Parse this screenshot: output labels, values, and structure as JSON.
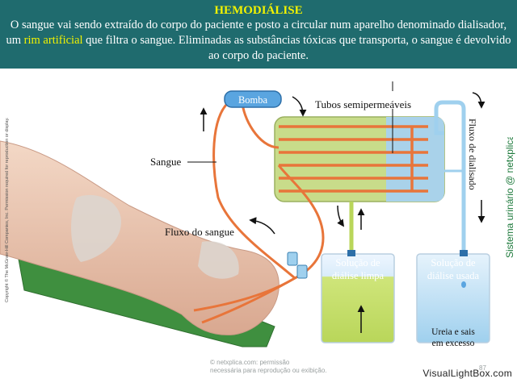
{
  "header": {
    "title": "HEMODIÁLISE",
    "desc_part1": "O sangue vai sendo extraído do corpo do paciente e posto a circular num aparelho denominado dialisador, um ",
    "desc_highlight": "rim artificial",
    "desc_part2": " que filtra o sangue. Eliminadas as substâncias tóxicas que transporta, o sangue é devolvido ao corpo do paciente."
  },
  "labels": {
    "bomba": "Bomba",
    "tubos": "Tubos semipermeáveis",
    "sangue": "Sangue",
    "fluxo_sangue": "Fluxo do sangue",
    "fluxo_dialisado": "Fluxo de dialisado",
    "sol_limpa_1": "Solução de",
    "sol_limpa_2": "diálise limpa",
    "sol_usada_1": "Solução de",
    "sol_usada_2": "diálise usada",
    "ureia_1": "Ureia e sais",
    "ureia_2": "em excesso"
  },
  "side": {
    "copyright": "Copyright © The McGraw-Hill Companies, Inc. Permission required for reproduction or display.",
    "site": "Sistema urinário @ netxplica.com"
  },
  "footer": {
    "line1": "© netxplica.com: permissão",
    "line2": "necessária para reprodução ou exibição.",
    "page": "87",
    "watermark": "VisualLightBox.com"
  },
  "colors": {
    "header_bg": "#1f6b6e",
    "title_yellow": "#f2f200",
    "tube_orange": "#e8753a",
    "dialyzer_green": "#c8dc8a",
    "dialyzer_blue": "#a9d2ea",
    "fresh_fluid": "#cfe57a",
    "used_fluid": "#a6d3ee",
    "site_green": "#1e7a3c"
  }
}
